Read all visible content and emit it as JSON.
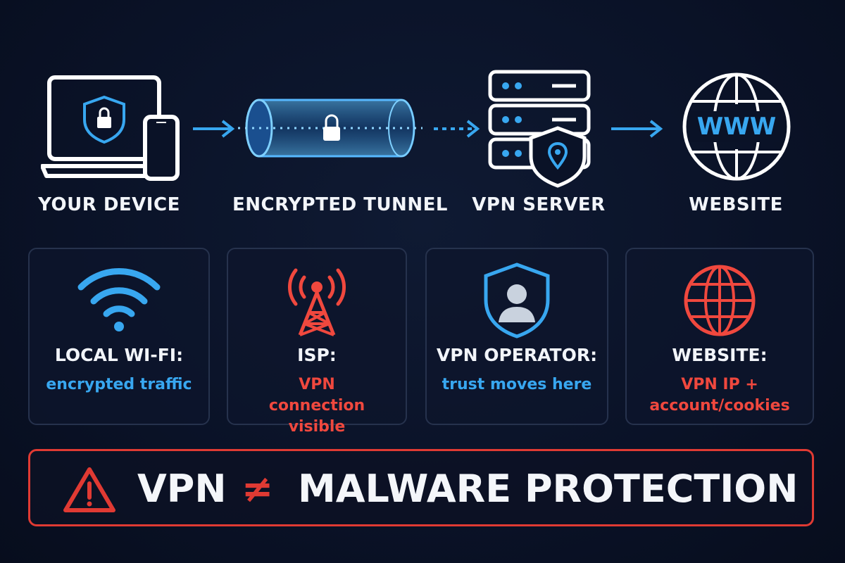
{
  "flow": {
    "nodes": [
      {
        "label": "YOUR DEVICE"
      },
      {
        "label": "ENCRYPTED TUNNEL"
      },
      {
        "label": "VPN SERVER"
      },
      {
        "label": "WEBSITE"
      }
    ],
    "www_text": "WWW"
  },
  "cards": [
    {
      "icon": "wifi-icon",
      "title": "LOCAL WI-FI:",
      "desc": "encrypted traffic",
      "desc_color": "#38a7f0"
    },
    {
      "icon": "cell-tower-icon",
      "title": "ISP:",
      "desc": "VPN connection visible",
      "desc_color": "#f0483e"
    },
    {
      "icon": "user-shield-icon",
      "title": "VPN OPERATOR:",
      "desc": "trust moves here",
      "desc_color": "#38a7f0"
    },
    {
      "icon": "globe-icon",
      "title": "WEBSITE:",
      "desc": "VPN IP + account/cookies",
      "desc_color": "#f0483e"
    }
  ],
  "banner": {
    "left": "VPN",
    "symbol": "≠",
    "right": "MALWARE PROTECTION"
  },
  "colors": {
    "accent_blue": "#38a7f0",
    "alert_red": "#e03a33",
    "background": "#0a1227"
  }
}
